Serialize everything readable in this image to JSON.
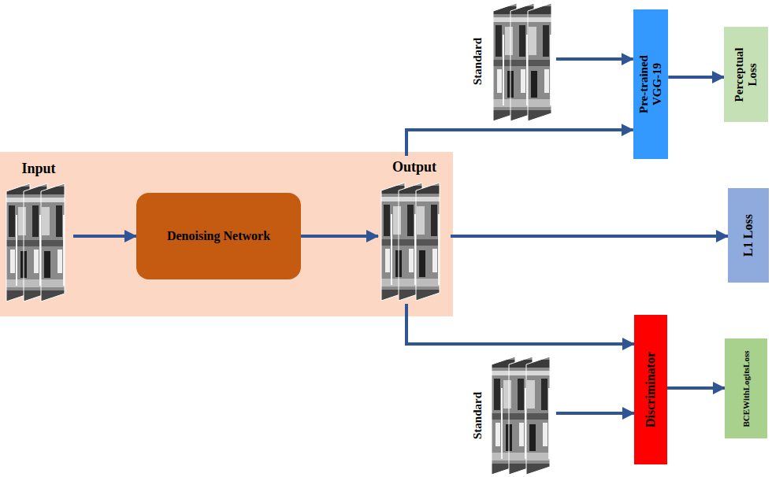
{
  "diagram": {
    "nodes": [
      {
        "text": [
          "Input"
        ]
      },
      {
        "text": [
          "Denoising Network"
        ]
      },
      {
        "text": [
          "Output"
        ]
      },
      {
        "text": [
          "Standard"
        ]
      },
      {
        "text": [
          "Pre-trained VGG-19"
        ]
      },
      {
        "text": [
          "Perceptual Loss"
        ]
      },
      {
        "text": [
          "L1 Loss"
        ]
      },
      {
        "text": [
          "Discriminator"
        ]
      },
      {
        "text": [
          "Standard"
        ]
      },
      {
        "text": [
          "BCEWithLogitsLoss"
        ]
      }
    ],
    "edges": [
      {
        "from": 0,
        "to": 1,
        "arrow": "to"
      },
      {
        "from": 1,
        "to": 2,
        "arrow": "to"
      },
      {
        "from": 3,
        "to": 4,
        "arrow": "to"
      },
      {
        "from": 2,
        "to": 4,
        "arrow": "to"
      },
      {
        "from": 4,
        "to": 5,
        "arrow": "to"
      },
      {
        "from": 2,
        "to": 6,
        "arrow": "to"
      },
      {
        "from": 2,
        "to": 7,
        "arrow": "to"
      },
      {
        "from": 8,
        "to": 7,
        "arrow": "to"
      },
      {
        "from": 7,
        "to": 9,
        "arrow": "to"
      }
    ]
  }
}
